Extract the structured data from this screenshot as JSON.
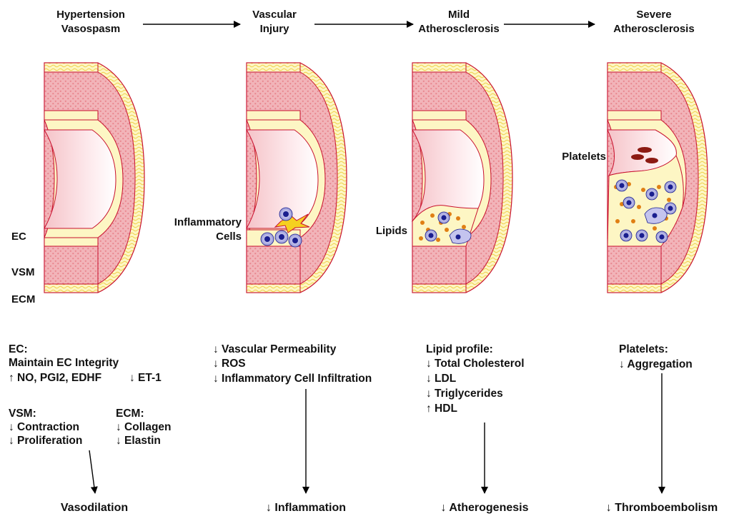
{
  "stages": [
    {
      "line1": "Hypertension",
      "line2": "Vasospasm"
    },
    {
      "line1": "Vascular",
      "line2": "Injury"
    },
    {
      "line1": "Mild",
      "line2": "Atherosclerosis"
    },
    {
      "line1": "Severe",
      "line2": "Atherosclerosis"
    }
  ],
  "layer_labels": {
    "ec": "EC",
    "vsm": "VSM",
    "ecm": "ECM"
  },
  "cell_labels": {
    "inflammatory_1": "Inflammatory",
    "inflammatory_2": "Cells",
    "lipids": "Lipids",
    "platelets": "Platelets"
  },
  "effects": {
    "col1": {
      "ec_title": "EC:",
      "ec_line1": "Maintain EC Integrity",
      "ec_line2": "↑ NO, PGI2, EDHF",
      "ec_line3": "↓ ET-1",
      "vsm_title": "VSM:",
      "vsm_line1": "↓ Contraction",
      "vsm_line2": "↓ Proliferation",
      "ecm_title": "ECM:",
      "ecm_line1": "↓ Collagen",
      "ecm_line2": "↓ Elastin"
    },
    "col2": {
      "line1": "↓ Vascular Permeability",
      "line2": "↓ ROS",
      "line3": "↓ Inflammatory Cell Infiltration"
    },
    "col3": {
      "title": "Lipid profile:",
      "line1": "↓ Total Cholesterol",
      "line2": "↓ LDL",
      "line3": "↓ Triglycerides",
      "line4": "↑ HDL"
    },
    "col4": {
      "title": "Platelets:",
      "line1": "↓ Aggregation"
    }
  },
  "outcomes": {
    "col1": "Vasodilation",
    "col2": "↓ Inflammation",
    "col3": "↓ Atherogenesis",
    "col4": "↓ Thromboembolism"
  },
  "colors": {
    "media": "#f2b4b9",
    "media_dot": "#e8848c",
    "adventitia": "#fdf6c4",
    "adventitia_wave": "#f0d048",
    "outline": "#c8102e",
    "lumen_edge": "#fbe3e6",
    "cell_outer": "#b8b8e6",
    "cell_nucleus": "#1a1f8f",
    "lipid": "#e07f14",
    "platelet": "#8c1a12"
  }
}
